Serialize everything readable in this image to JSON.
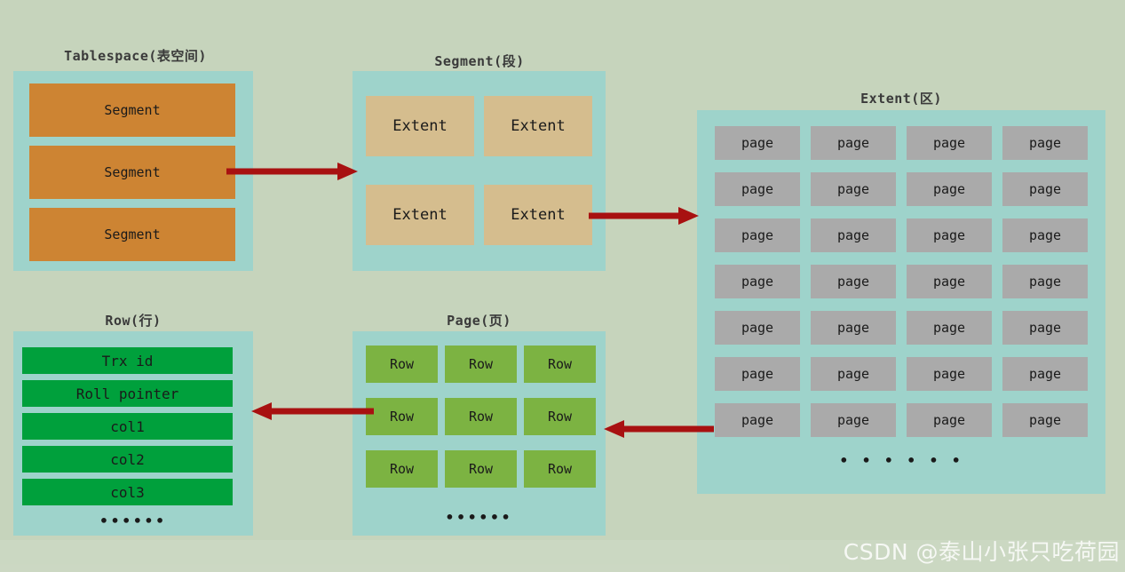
{
  "diagram": {
    "title_font_note": "",
    "colors": {
      "background": "#c6d4bc",
      "panel": "#9ed3cb",
      "segment": "#cd8433",
      "extent": "#d5bd8e",
      "page": "#aaaaaa",
      "row_field": "#00a03c",
      "row_box": "#7cb342",
      "arrow": "#a81111"
    },
    "sections": {
      "tablespace": {
        "title": "Tablespace(表空间)",
        "items": [
          "Segment",
          "Segment",
          "Segment"
        ]
      },
      "segment": {
        "title": "Segment(段)",
        "items": [
          "Extent",
          "Extent",
          "Extent",
          "Extent"
        ]
      },
      "extent": {
        "title": "Extent(区)",
        "items": [
          "page",
          "page",
          "page",
          "page",
          "page",
          "page",
          "page",
          "page",
          "page",
          "page",
          "page",
          "page",
          "page",
          "page",
          "page",
          "page",
          "page",
          "page",
          "page",
          "page",
          "page",
          "page",
          "page",
          "page",
          "page",
          "page",
          "page",
          "page"
        ],
        "ellipsis": "• • • • • •"
      },
      "page": {
        "title": "Page(页)",
        "items": [
          "Row",
          "Row",
          "Row",
          "Row",
          "Row",
          "Row",
          "Row",
          "Row",
          "Row"
        ],
        "ellipsis": "••••••"
      },
      "row": {
        "title": "Row(行)",
        "items": [
          "Trx id",
          "Roll pointer",
          "col1",
          "col2",
          "col3"
        ],
        "ellipsis": "••••••"
      }
    },
    "arrows": [
      {
        "name": "tablespace-to-segment",
        "direction": "right"
      },
      {
        "name": "segment-to-extent",
        "direction": "right"
      },
      {
        "name": "extent-to-page",
        "direction": "left"
      },
      {
        "name": "page-to-row",
        "direction": "left"
      }
    ],
    "watermark": "CSDN @泰山小张只吃荷园"
  }
}
